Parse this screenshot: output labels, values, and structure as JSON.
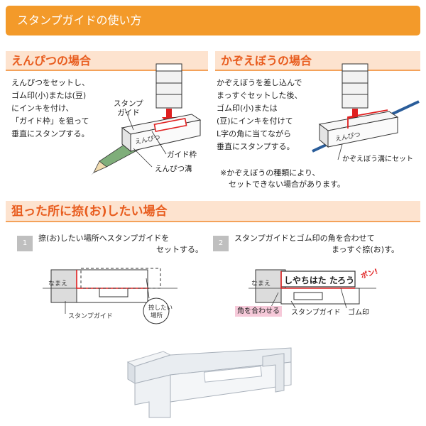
{
  "header": {
    "title": "スタンプガイドの使い方"
  },
  "pencil": {
    "title": "えんぴつの場合",
    "lines": [
      "えんぴつをセットし、",
      "ゴム印(小)または(豆)",
      "にインキを付け、",
      "「ガイド枠」を狙って",
      "垂直にスタンプする。"
    ],
    "label_guide": [
      "スタンプ",
      "ガイド"
    ],
    "label_frame": "ガイド枠",
    "label_groove": "えんぴつ溝",
    "guide_text": "えんぴつ"
  },
  "abacus": {
    "title": "かぞえぼうの場合",
    "lines": [
      "かぞえぼうを差し込んで",
      "まっすぐセットした後、",
      "ゴム印(小)または",
      "(豆)にインキを付けて",
      "L字の角に当てながら",
      "垂直にスタンプする。"
    ],
    "label_groove": "かぞえぼう溝にセット",
    "guide_text": "えんぴつ",
    "note": [
      "※かぞえぼうの種類により、",
      "セットできない場合があります。"
    ]
  },
  "oshitai": {
    "title": "狙った所に捺(お)したい場合",
    "step1": {
      "num": "1",
      "lines": [
        "捺(お)したい場所へスタンプガイドを",
        "セットする。"
      ]
    },
    "step2": {
      "num": "2",
      "lines": [
        "スタンプガイドとゴム印の角を合わせて",
        "まっすぐ捺(お)す。"
      ]
    },
    "fig1": {
      "name_label": "なまえ",
      "guide_label": "スタンプガイド",
      "place_label": [
        "捺したい",
        "場所"
      ]
    },
    "fig2": {
      "name_label": "なまえ",
      "stamp_text": "しやちはた たろう",
      "pon": "ポン!",
      "corner_label": "角を合わせる",
      "guide_label": "スタンプガイド",
      "stamp_label": "ゴム印"
    }
  },
  "colors": {
    "accent": "#f39a2a",
    "title_text": "#e85c1e",
    "title_bg": "#fde3cf",
    "red": "#e02020"
  }
}
